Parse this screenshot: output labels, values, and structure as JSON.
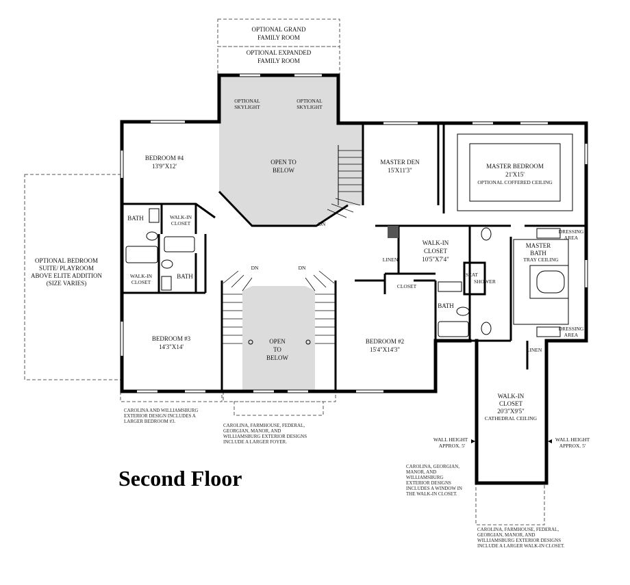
{
  "title": "Second Floor",
  "rooms": {
    "grand_family": [
      "OPTIONAL GRAND",
      "FAMILY ROOM"
    ],
    "expanded_family": [
      "OPTIONAL EXPANDED",
      "FAMILY ROOM"
    ],
    "skylight_left": [
      "OPTIONAL",
      "SKYLIGHT"
    ],
    "skylight_right": [
      "OPTIONAL",
      "SKYLIGHT"
    ],
    "open_below_top": [
      "OPEN TO",
      "BELOW"
    ],
    "open_below_bottom": [
      "OPEN",
      "TO",
      "BELOW"
    ],
    "bedroom4": [
      "BEDROOM #4",
      "13'9\"X12'"
    ],
    "bedroom3": [
      "BEDROOM #3",
      "14'3\"X14'"
    ],
    "bedroom2": [
      "BEDROOM #2",
      "15'4\"X14'3\""
    ],
    "master_den": [
      "MASTER DEN",
      "15'X11'3\""
    ],
    "master_bedroom": [
      "MASTER BEDROOM",
      "21'X15'",
      "OPTIONAL COFFERED CEILING"
    ],
    "walkin_closet_center": [
      "WALK-IN",
      "CLOSET",
      "10'5\"X7'4\""
    ],
    "master_bath": [
      "MASTER",
      "BATH",
      "TRAY CEILING"
    ],
    "walkin_closet_master": [
      "WALK-IN",
      "CLOSET",
      "20'3\"X9'5\"",
      "CATHEDRAL CEILING"
    ],
    "optional_suite": [
      "OPTIONAL BEDROOM",
      "SUITE/ PLAYROOM",
      "ABOVE ELITE ADDITION",
      "(SIZE VARIES)"
    ],
    "bath_upper": "BATH",
    "bath_lower": "BATH",
    "bath_center": "BATH",
    "walkin_upper": [
      "WALK-IN",
      "CLOSET"
    ],
    "walkin_lower": [
      "WALK-IN",
      "CLOSET"
    ],
    "linen_left": "LINEN",
    "linen_right": "LINEN",
    "closet": "CLOSET",
    "seat": "SEAT",
    "shower": "SHOWER",
    "dressing_top": [
      "DRESSING",
      "AREA"
    ],
    "dressing_bottom": [
      "DRESSING",
      "AREA"
    ],
    "dn": "DN",
    "wall_height_left": [
      "WALL HEIGHT",
      "APPROX. 5'"
    ],
    "wall_height_right": [
      "WALL HEIGHT",
      "APPROX. 5'"
    ]
  },
  "notes": {
    "bedroom3_note": [
      "CAROLINA AND WILLIAMSBURG",
      "EXTERIOR DESIGN INCLUDES A",
      "LARGER BEDROOM #3."
    ],
    "foyer_note": [
      "CAROLINA, FARMHOUSE, FEDERAL,",
      "GEORGIAN, MANOR, AND",
      "WILLIAMSBURG EXTERIOR DESIGNS",
      "INCLUDE A LARGER FOYER."
    ],
    "window_note": [
      "CAROLINA, GEORGIAN,",
      "MANOR, AND",
      "WILLIAMSBURG",
      "EXTERIOR DESIGNS",
      "INCLUDES A WINDOW IN",
      "THE WALK-IN CLOSET."
    ],
    "closet_note": [
      "CAROLINA, FARMHOUSE, FEDERAL,",
      "GEORGIAN, MANOR, AND",
      "WILLIAMSBURG EXTERIOR DESIGNS",
      "INCLUDE A LARGER WALK-IN CLOSET."
    ]
  }
}
